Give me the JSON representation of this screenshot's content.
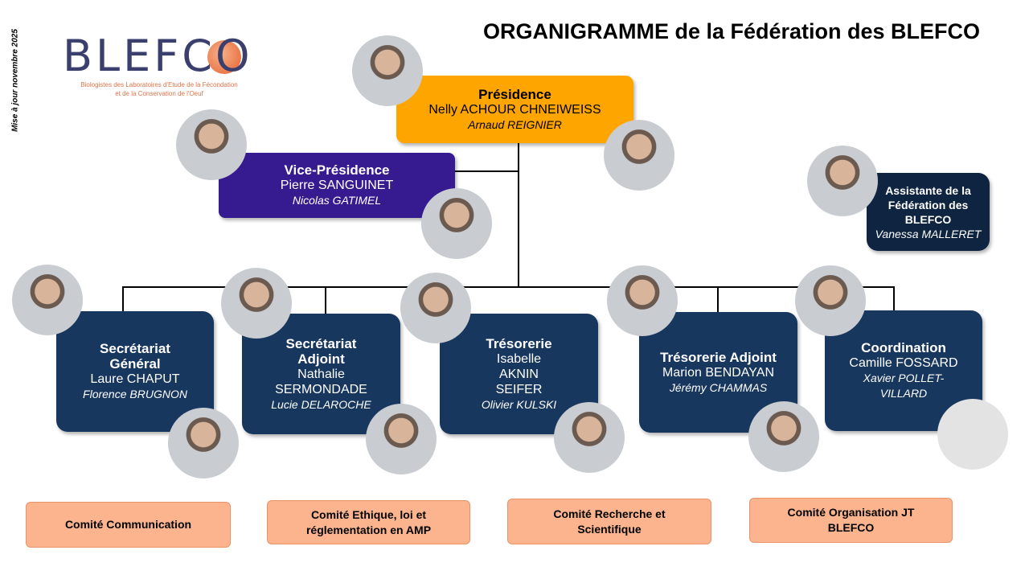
{
  "title": "ORGANIGRAMME de la Fédération des BLEFCO",
  "update_note": "Mise à jour novembre 2025",
  "logo": {
    "name": "BLEFCO",
    "subtitle_1": "Biologistes des Laboratoires d'Etude de la Fécondation",
    "subtitle_2": "et de la Conservation de l'Oeuf"
  },
  "presidence": {
    "role": "Présidence",
    "holder": "Nelly ACHOUR CHNEIWEISS",
    "deputy": "Arnaud REIGNIER"
  },
  "vice_presidence": {
    "role": "Vice-Présidence",
    "holder": "Pierre SANGUINET",
    "deputy": "Nicolas GATIMEL"
  },
  "assistante": {
    "role": "Assistante de la Fédération des BLEFCO",
    "name": "Vanessa MALLERET"
  },
  "offices": [
    {
      "role": "Secrétariat Général",
      "holder": "Laure CHAPUT",
      "deputy": "Florence BRUGNON"
    },
    {
      "role": "Secrétariat Adjoint",
      "holder": "Nathalie SERMONDADE",
      "deputy": "Lucie DELAROCHE"
    },
    {
      "role": "Trésorerie",
      "holder": "Isabelle AKNIN SEIFER",
      "deputy": "Olivier KULSKI"
    },
    {
      "role": "Trésorerie Adjoint",
      "holder": "Marion BENDAYAN",
      "deputy": "Jérémy CHAMMAS"
    },
    {
      "role": "Coordination",
      "holder": "Camille FOSSARD",
      "deputy": "Xavier POLLET-VILLARD"
    }
  ],
  "committees": [
    "Comité Communication",
    "Comité Ethique, loi et réglementation en AMP",
    "Comité Recherche et Scientifique",
    "Comité Organisation JT BLEFCO"
  ],
  "colors": {
    "presidence": "#FFA500",
    "vice_presidence": "#361A8F",
    "office": "#17375E",
    "committee": "#FBB48D"
  }
}
